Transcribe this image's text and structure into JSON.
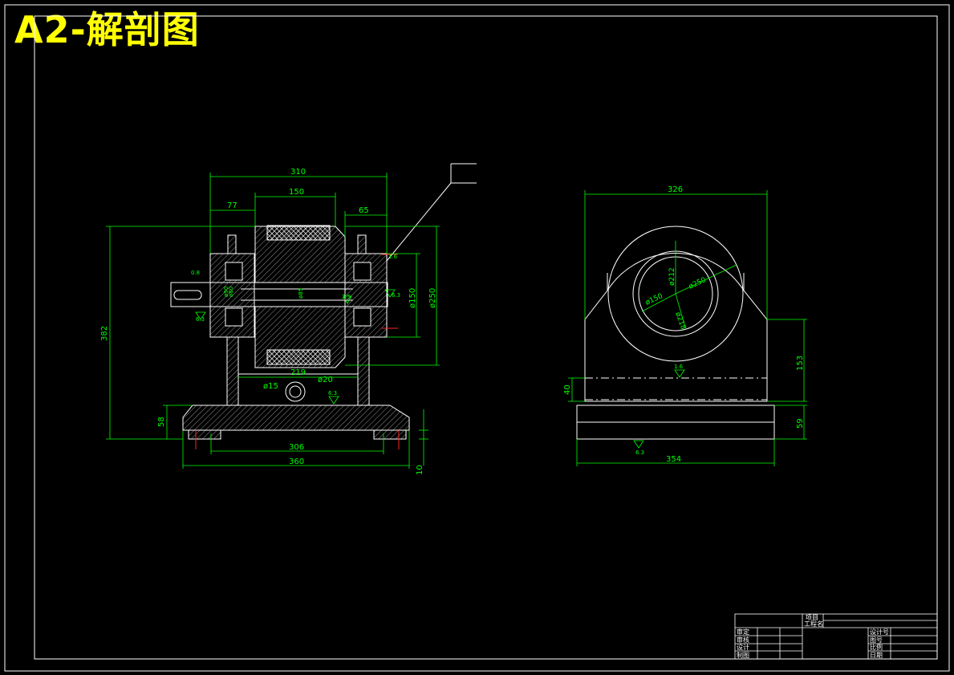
{
  "headline": "A2-解剖图",
  "colors": {
    "background": "#000000",
    "outline": "#ffffff",
    "dimension": "#00ff00",
    "headline": "#ffff00",
    "accent_red": "#ff2020",
    "hatch": "#d0d0d0"
  },
  "front_view": {
    "dims": {
      "overall_width": "310",
      "roller_width": "150",
      "left_offset": "77",
      "right_offset": "65",
      "overall_height": "382",
      "dia_150": "ø150",
      "dia_250": "ø250",
      "inner_width": "219",
      "hole_15": "ø15",
      "hole_20": "ø20",
      "base_height": "58",
      "bolt_spacing": "306",
      "base_width": "360",
      "right_small": "10",
      "shaft_a": "ø80",
      "shaft_b": "ø85",
      "shaft_c": "ø90"
    },
    "roughness": [
      "0.8",
      "6.3",
      "2.5",
      "6.3",
      "6.3",
      "1.6"
    ]
  },
  "side_view": {
    "dims": {
      "top_width": "326",
      "bore_outer": "ø250",
      "bore_inner": "ø212",
      "bore_150": "ø150",
      "bore_depth": "ø218",
      "height_153": "153",
      "height_40": "40",
      "height_59": "59",
      "base_width": "354"
    },
    "roughness": [
      "1.6",
      "6.3"
    ]
  },
  "title_block": {
    "project": "项目",
    "drawing_name": "工程名",
    "labels_left": [
      "审定",
      "审核",
      "设计",
      "制图"
    ],
    "labels_right": [
      "设计号",
      "图号",
      "比例",
      "日期"
    ]
  }
}
